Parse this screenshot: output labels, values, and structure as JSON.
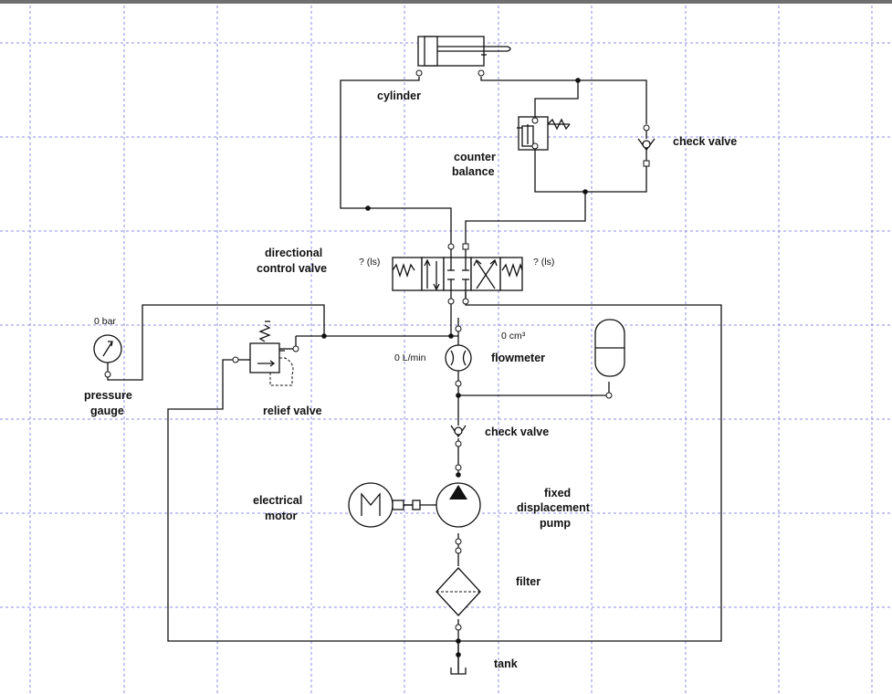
{
  "grid": {
    "line_color": "#8e8ee6",
    "top_border_color": "#6f6f6f"
  },
  "labels": {
    "cylinder": "cylinder",
    "counter_balance_1": "counter",
    "counter_balance_2": "balance",
    "check_valve_top": "check valve",
    "directional_control_valve_1": "directional",
    "directional_control_valve_2": "control valve",
    "dcv_left_status": "? (ls)",
    "dcv_right_status": "? (ls)",
    "pressure_gauge_value": "0 bar",
    "pressure_gauge_1": "pressure",
    "pressure_gauge_2": "gauge",
    "relief_valve": "relief valve",
    "accumulator_volume": "0 cm³",
    "flowmeter_value": "0 L/min",
    "flowmeter": "flowmeter",
    "check_valve_mid": "check valve",
    "electrical_motor_1": "electrical",
    "electrical_motor_2": "motor",
    "pump_1": "fixed",
    "pump_2": "displacement",
    "pump_3": "pump",
    "filter": "filter",
    "tank": "tank"
  }
}
